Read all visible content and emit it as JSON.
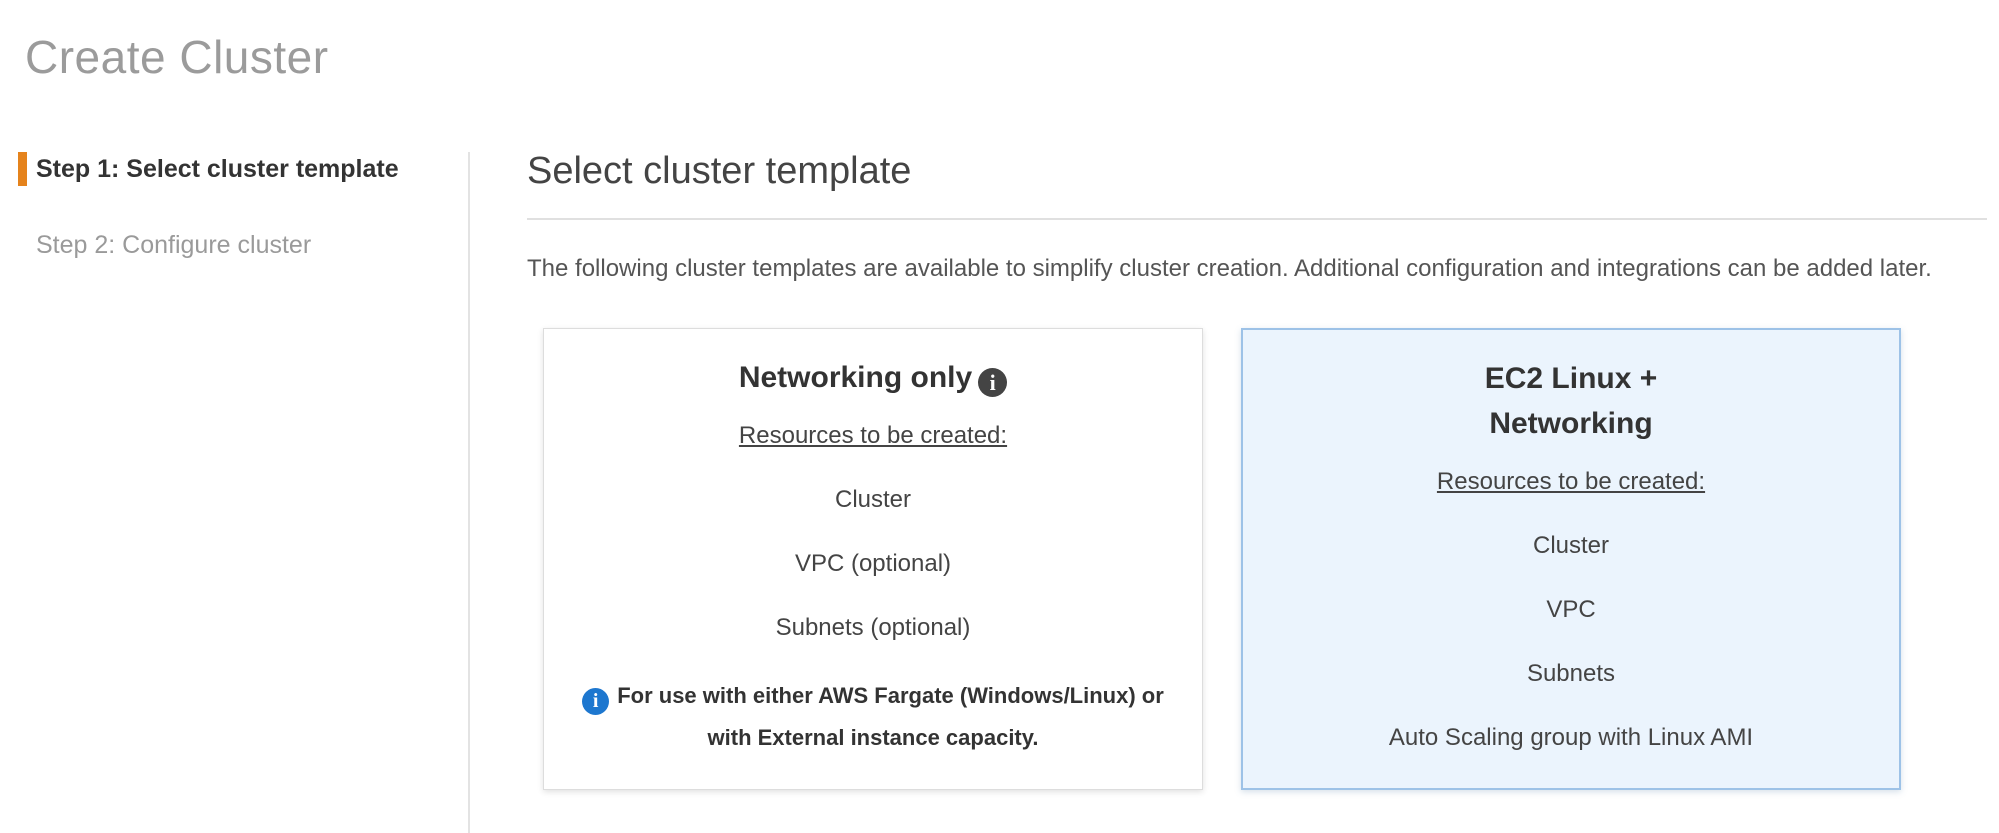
{
  "page": {
    "title": "Create Cluster"
  },
  "steps": [
    {
      "label": "Step 1: Select cluster template",
      "active": true
    },
    {
      "label": "Step 2: Configure cluster",
      "active": false
    }
  ],
  "section": {
    "title": "Select cluster template",
    "description": "The following cluster templates are available to simplify cluster creation. Additional configuration and integrations can be added later."
  },
  "cards": [
    {
      "title_lines": [
        "Networking only"
      ],
      "resources_label": "Resources to be created:",
      "resources": [
        "Cluster",
        "VPC (optional)",
        "Subnets (optional)"
      ],
      "note": "For use with either AWS Fargate (Windows/Linux) or with External instance capacity.",
      "selected": false
    },
    {
      "title_lines": [
        "EC2 Linux +",
        "Networking"
      ],
      "resources_label": "Resources to be created:",
      "resources": [
        "Cluster",
        "VPC",
        "Subnets",
        "Auto Scaling group with Linux AMI"
      ],
      "selected": true
    }
  ],
  "icons": {
    "info_glyph": "i"
  },
  "colors": {
    "accent_orange": "#e5831c",
    "selected_card_bg": "#ebf4fd",
    "selected_card_border": "#9dc2e7",
    "info_icon_dark": "#444444",
    "info_icon_blue": "#1d77cf"
  }
}
